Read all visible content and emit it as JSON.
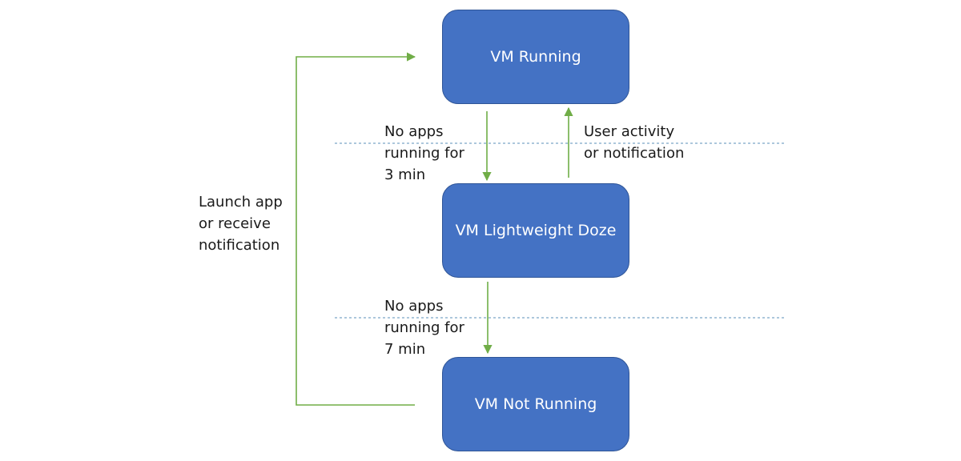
{
  "colors": {
    "box_fill": "#4472c4",
    "box_border": "#2f5597",
    "arrow": "#70ad47",
    "divider": "#5b8fb9",
    "text": "#1a1a1a"
  },
  "states": {
    "running": "VM Running",
    "doze": "VM Lightweight Doze",
    "not_running": "VM Not Running"
  },
  "transitions": {
    "running_to_doze": "No apps\nrunning for\n3 min",
    "doze_to_running": "User activity\nor notification",
    "doze_to_not_running": "No apps\nrunning for\n7 min",
    "not_running_to_running": "Launch app\nor receive\nnotification"
  }
}
